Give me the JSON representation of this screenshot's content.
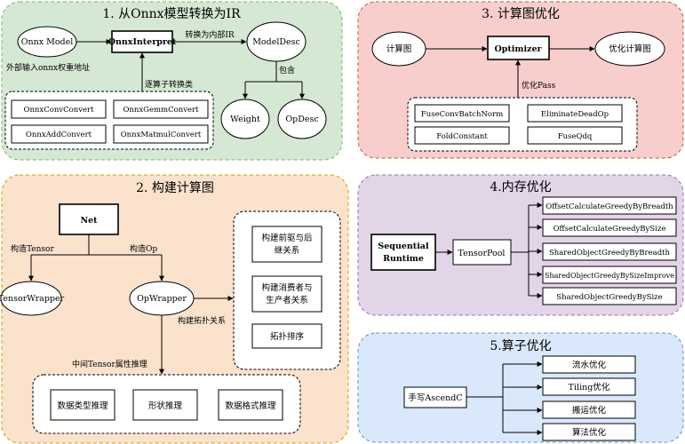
{
  "panels": {
    "p1": {
      "title": "1. 从Onnx模型转换为IR",
      "fill": "#d5e8d4",
      "stroke": "#82b366",
      "nodes": {
        "onnx_model": "Onnx Model",
        "interpreter": "OnnxInterpret",
        "model_desc": "ModelDesc",
        "weight": "Weight",
        "op_desc": "OpDesc",
        "converts": [
          "OnnxConvConvert",
          "OnnxGemmConvert",
          "OnnxAddConvert",
          "OnnxMatmulConvert"
        ]
      },
      "edges": {
        "to_ir": "转换为内部IR",
        "contains": "包含",
        "per_op": "逐算子转换类",
        "ext_input": "外部输入onnx权重地址"
      }
    },
    "p2": {
      "title": "2. 构建计算图",
      "fill": "#fbe2cc",
      "stroke": "#d79b00",
      "nodes": {
        "net": "Net",
        "tensor_wrapper": "TensorWrapper",
        "op_wrapper": "OpWrapper",
        "rel_items": [
          "构建前驱与后\n继关系",
          "构建消费者与\n生产者关系",
          "拓扑排序"
        ],
        "infer_items": [
          "数据类型推理",
          "形状推理",
          "数据格式推理"
        ]
      },
      "edges": {
        "build_tensor": "构造Tensor",
        "build_op": "构造Op",
        "build_topo": "构建拓扑关系",
        "mid_tensor": "中间Tensor属性推理"
      }
    },
    "p3": {
      "title": "3. 计算图优化",
      "fill": "#f8cecc",
      "stroke": "#b85450",
      "nodes": {
        "graph": "计算图",
        "optimizer": "Optimizer",
        "opt_graph": "优化计算图",
        "passes": [
          "FuseConvBatchNorm",
          "EliminateDeadOp",
          "FoldConstant",
          "FuseQdq"
        ]
      },
      "edges": {
        "opt_pass": "优化Pass"
      }
    },
    "p4": {
      "title": "4.内存优化",
      "fill": "#e1d5e7",
      "stroke": "#9673a6",
      "nodes": {
        "seq_runtime": "Sequential\nRuntime",
        "tensor_pool": "TensorPool",
        "strategies": [
          "OffsetCalculateGreedyByBreadth",
          "OffsetCalculateGreedyBySize",
          "SharedObjectGreedyByBreadth",
          "SharedObjectGreedyBySizeImprove",
          "SharedObjectGreedyBySize"
        ]
      }
    },
    "p5": {
      "title": "5.算子优化",
      "fill": "#dae8fc",
      "stroke": "#6c8ebf",
      "nodes": {
        "handwrite": "手写AscendC",
        "items": [
          "流水优化",
          "Tiling优化",
          "搬运优化",
          "算法优化"
        ]
      }
    }
  }
}
